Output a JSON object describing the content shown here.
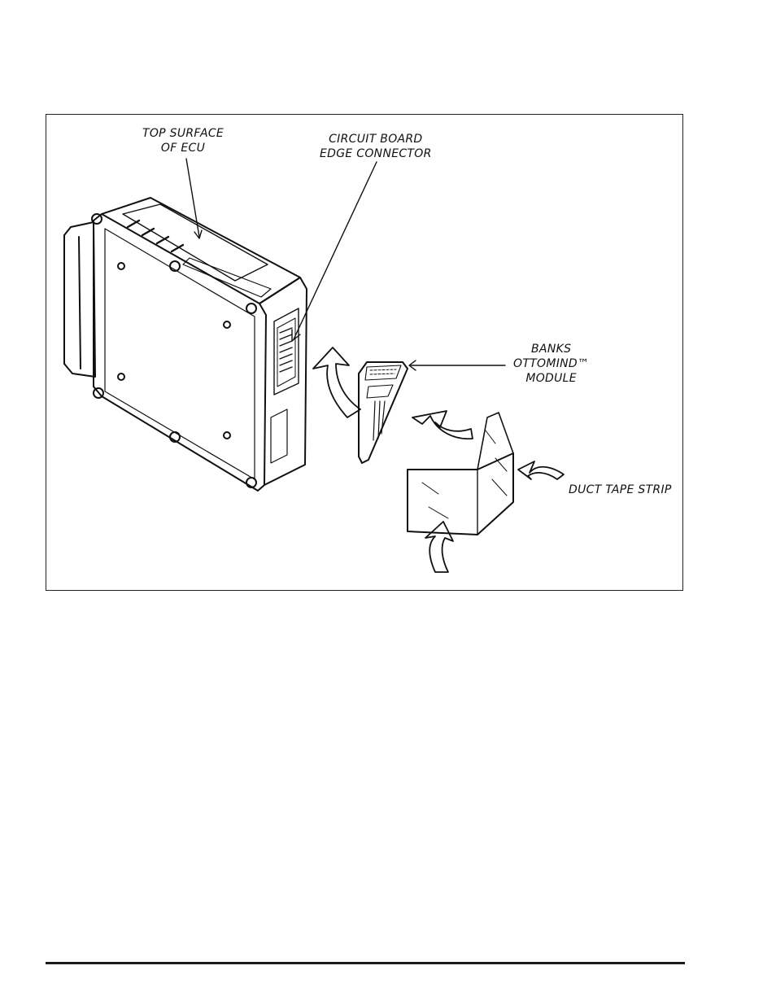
{
  "figure": {
    "labels": {
      "top_surface": [
        "TOP SURFACE",
        "OF ECU"
      ],
      "edge_connector": [
        "CIRCUIT BOARD",
        "EDGE CONNECTOR"
      ],
      "module": [
        "BANKS",
        "OTTOMIND™",
        "MODULE"
      ],
      "duct_tape": [
        "DUCT TAPE STRIP"
      ]
    },
    "line_color": "#111111",
    "frame_color": "#222222"
  },
  "footer": {
    "rule_color": "#1a1a1a"
  }
}
